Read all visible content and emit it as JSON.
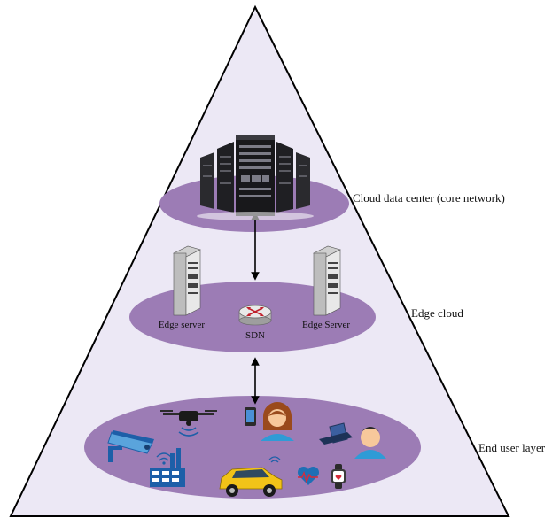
{
  "layers": {
    "cloud": {
      "label": "Cloud data center (core network)"
    },
    "edge": {
      "label": "Edge cloud",
      "left_server": "Edge server",
      "right_server": "Edge Server",
      "router": "SDN"
    },
    "user": {
      "label": "End user layer"
    }
  },
  "colors": {
    "pyramid_fill": "#ECE8F5",
    "ellipse": "#9C7CB5",
    "ellipse_dark": "#8E6FA9",
    "server_dark": "#2a2a2e",
    "server_light": "#e6e6e6",
    "accent_blue": "#1d5fa8",
    "accent_car": "#f2c318",
    "skin_face": "#f7c89b",
    "shirt_blue": "#2f9bd6",
    "hair_brown": "#9a4a1c",
    "heart_blue": "#1f6fb5",
    "pulse_red": "#d62b3a"
  },
  "icons": [
    "server-rack-icon",
    "edge-server-icon",
    "sdn-router-icon",
    "cctv-camera-icon",
    "drone-icon",
    "smartphone-icon",
    "woman-avatar-icon",
    "laptop-icon",
    "man-avatar-icon",
    "factory-icon",
    "car-icon",
    "heart-pulse-icon",
    "smartwatch-icon"
  ]
}
